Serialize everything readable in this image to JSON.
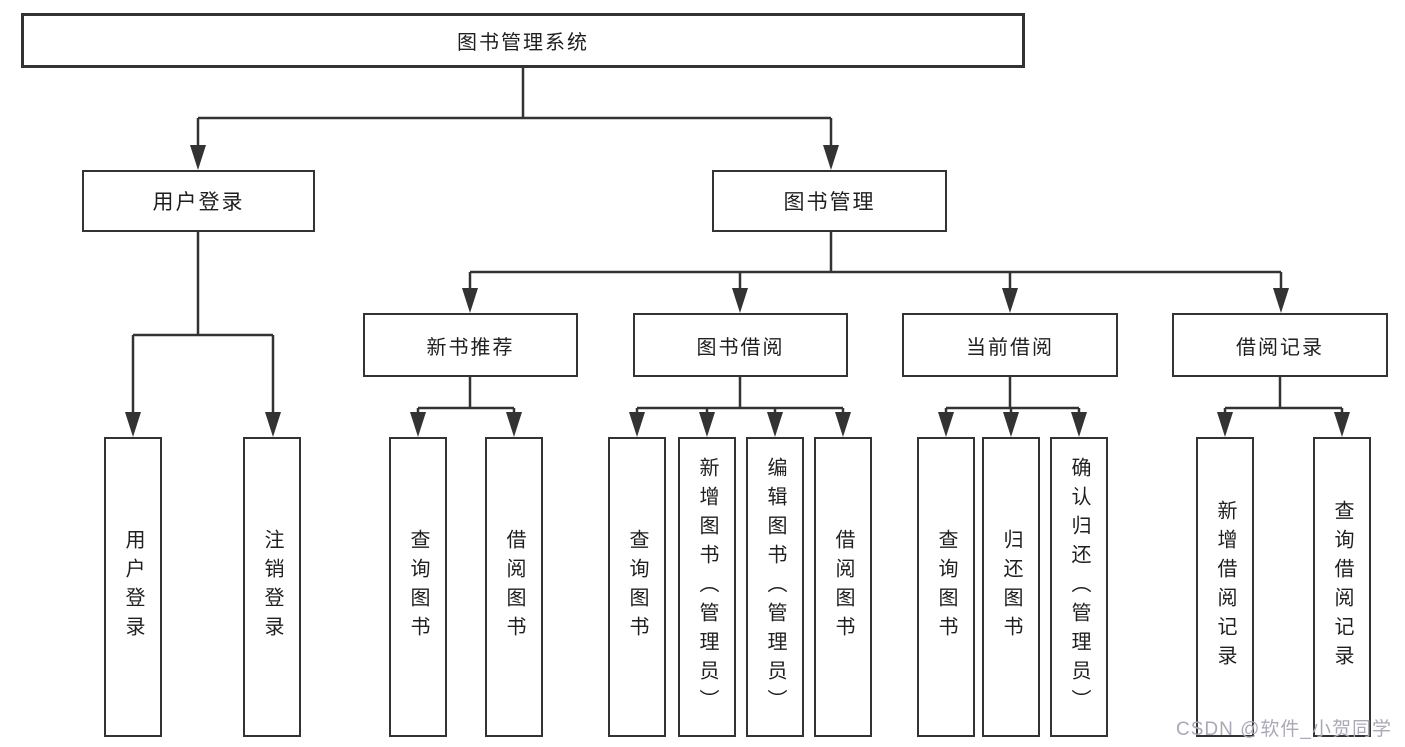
{
  "diagram": {
    "root": "图书管理系统",
    "level2": [
      {
        "label": "用户登录",
        "children": [
          "用户登录",
          "注销登录"
        ]
      },
      {
        "label": "图书管理",
        "sections": [
          {
            "label": "新书推荐",
            "children": [
              "查询图书",
              "借阅图书"
            ]
          },
          {
            "label": "图书借阅",
            "children": [
              "查询图书",
              "新增图书（管理员）",
              "编辑图书（管理员）",
              "借阅图书"
            ]
          },
          {
            "label": "当前借阅",
            "children": [
              "查询图书",
              "归还图书",
              "确认归还（管理员）"
            ]
          },
          {
            "label": "借阅记录",
            "children": [
              "新增借阅记录",
              "查询借阅记录"
            ]
          }
        ]
      }
    ]
  },
  "watermark": {
    "text": "CSDN @软件_小贺同学"
  },
  "colors": {
    "line": "#333333",
    "border": "#333333",
    "bg": "#ffffff",
    "text": "#1f1f1f",
    "watermark": "#aaaab6"
  }
}
